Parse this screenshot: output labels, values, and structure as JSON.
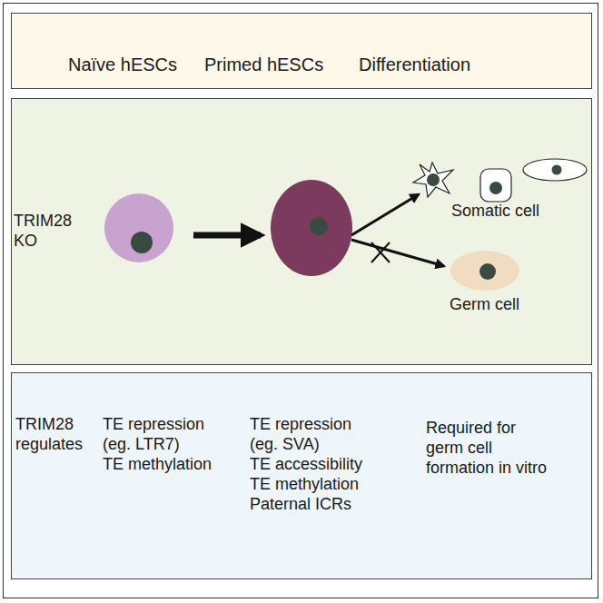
{
  "diagram": {
    "nodes": [
      {
        "text": [
          "Naïve hESCs",
          "Primed hESCs",
          "Differentiation"
        ]
      },
      {
        "text": [
          "TRIM28 KO"
        ]
      },
      {
        "text": [
          "Germ cell"
        ],
        "in": 1
      },
      {
        "text": [
          "TRIM28 regulates",
          "TE repression (eg. LTR7)",
          "TE methylation",
          "TE repression (eg. SVA)",
          "TE accessibility",
          "TE methylation",
          "Paternal ICRs",
          "Required for germ cell formation in vitro"
        ]
      }
    ],
    "labels": [
      "Somatic cell"
    ]
  }
}
